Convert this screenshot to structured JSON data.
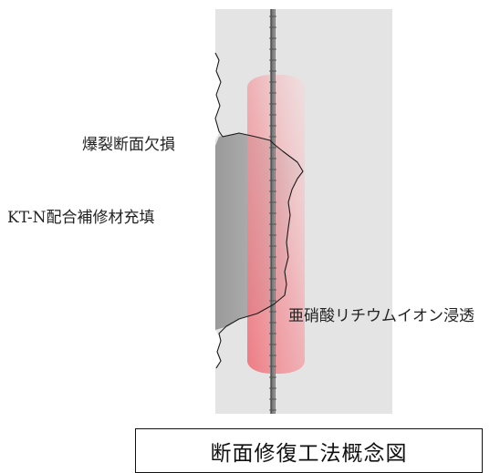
{
  "labels": {
    "spalling": "爆裂断面欠損",
    "filling": "KT-N配合補修材充填",
    "penetration": "亜硝酸リチウムイオン浸透"
  },
  "caption": "断面修復工法概念図",
  "colors": {
    "concrete": "#e4e4e4",
    "repair_material": "#a9a9a9",
    "penetration_zone": "#f08080",
    "rebar": "#6f6f6f",
    "outline": "#1a1a1a"
  }
}
